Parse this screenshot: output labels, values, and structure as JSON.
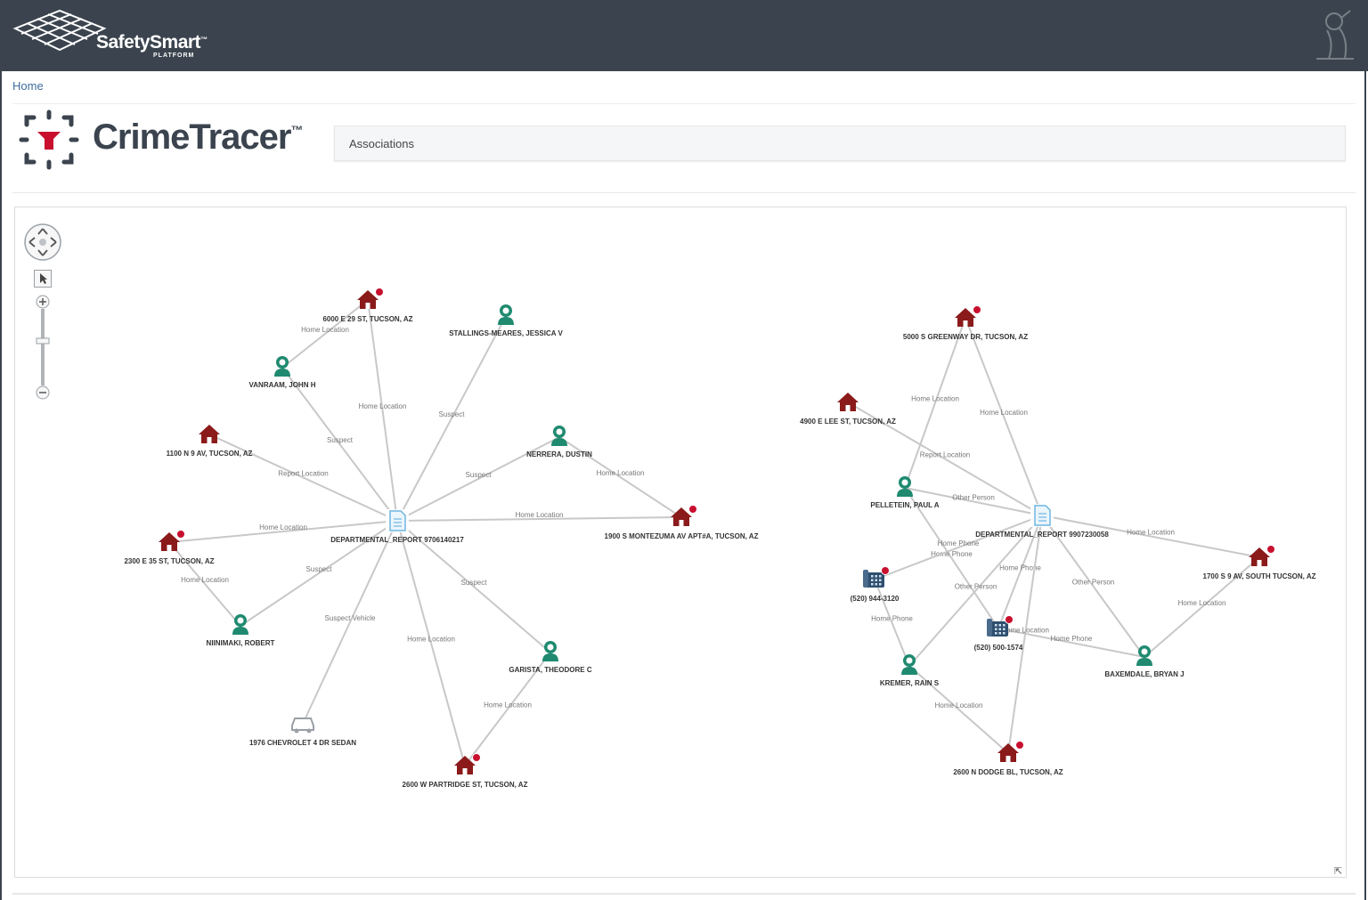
{
  "header": {
    "brand": "SafetySmart",
    "trademark": "™",
    "subbrand": "PLATFORM"
  },
  "breadcrumb": "Home",
  "app": {
    "title": "CrimeTracer",
    "trademark": "™"
  },
  "view": {
    "label": "Associations"
  },
  "colors": {
    "topbar": "#3b444e",
    "location": "#8b1a1a",
    "person": "#1f8a70",
    "report": "#6fb6e0",
    "phone": "#2f4f6f",
    "vehicle": "#9aa0a6",
    "edge": "#c8c8c8"
  },
  "graph": {
    "nodes": [
      {
        "id": "r1",
        "type": "report",
        "label": "DEPARTMENTAL_REPORT 9706140217"
      },
      {
        "id": "l1",
        "type": "location",
        "label": "6000 E 29 ST, TUCSON, AZ",
        "badge": true
      },
      {
        "id": "p1",
        "type": "person",
        "label": "STALLINGS-MEARES, JESSICA V"
      },
      {
        "id": "p2",
        "type": "person",
        "label": "VANRAAM, JOHN H"
      },
      {
        "id": "l2",
        "type": "location",
        "label": "1100 N 9 AV, TUCSON, AZ",
        "badge": false
      },
      {
        "id": "p3",
        "type": "person",
        "label": "NERRERA, DUSTIN"
      },
      {
        "id": "l3",
        "type": "location",
        "label": "1900 S MONTEZUMA AV APT#A, TUCSON, AZ",
        "badge": true
      },
      {
        "id": "l4",
        "type": "location",
        "label": "2300 E 35 ST, TUCSON, AZ",
        "badge": true
      },
      {
        "id": "p4",
        "type": "person",
        "label": "NIINIMAKI, ROBERT"
      },
      {
        "id": "p5",
        "type": "person",
        "label": "GARISTA, THEODORE C"
      },
      {
        "id": "v1",
        "type": "vehicle",
        "label": "1976 CHEVROLET 4 DR SEDAN"
      },
      {
        "id": "l5",
        "type": "location",
        "label": "2600 W PARTRIDGE ST, TUCSON, AZ",
        "badge": true
      },
      {
        "id": "r2",
        "type": "report",
        "label": "DEPARTMENTAL_REPORT 9907230058"
      },
      {
        "id": "l6",
        "type": "location",
        "label": "5000 S GREENWAY DR, TUCSON, AZ",
        "badge": true
      },
      {
        "id": "l7",
        "type": "location",
        "label": "4900 E LEE ST, TUCSON, AZ",
        "badge": false
      },
      {
        "id": "p6",
        "type": "person",
        "label": "PELLETEIN, PAUL A"
      },
      {
        "id": "ph1",
        "type": "phone",
        "label": "(520) 944-3120",
        "badge": true
      },
      {
        "id": "ph2",
        "type": "phone",
        "label": "(520) 500-1574",
        "badge": true
      },
      {
        "id": "l8",
        "type": "location",
        "label": "1700 S 9 AV, SOUTH TUCSON, AZ",
        "badge": true
      },
      {
        "id": "p7",
        "type": "person",
        "label": "KREMER, RAIN S"
      },
      {
        "id": "p8",
        "type": "person",
        "label": "BAXEMDALE, BRYAN J"
      },
      {
        "id": "l9",
        "type": "location",
        "label": "2600 N DODGE BL, TUCSON, AZ",
        "badge": true
      }
    ],
    "edges": [
      {
        "from": "p2",
        "to": "l1",
        "label": "Home Location"
      },
      {
        "from": "r1",
        "to": "l1",
        "label": "Home Location"
      },
      {
        "from": "r1",
        "to": "p1",
        "label": "Suspect"
      },
      {
        "from": "r1",
        "to": "p2",
        "label": "Suspect"
      },
      {
        "from": "r1",
        "to": "l2",
        "label": "Report Location"
      },
      {
        "from": "r1",
        "to": "p3",
        "label": "Suspect"
      },
      {
        "from": "p3",
        "to": "l3",
        "label": "Home Location"
      },
      {
        "from": "r1",
        "to": "l3",
        "label": "Home Location"
      },
      {
        "from": "r1",
        "to": "l4",
        "label": "Home Location"
      },
      {
        "from": "l4",
        "to": "p4",
        "label": "Home Location"
      },
      {
        "from": "r1",
        "to": "p4",
        "label": "Suspect"
      },
      {
        "from": "r1",
        "to": "p5",
        "label": "Suspect"
      },
      {
        "from": "r1",
        "to": "v1",
        "label": "Suspect Vehicle"
      },
      {
        "from": "r1",
        "to": "l5",
        "label": "Home Location"
      },
      {
        "from": "p5",
        "to": "l5",
        "label": "Home Location"
      },
      {
        "from": "l6",
        "to": "p6",
        "label": "Home Location"
      },
      {
        "from": "l6",
        "to": "r2",
        "label": "Home Location"
      },
      {
        "from": "l7",
        "to": "r2",
        "label": "Report Location"
      },
      {
        "from": "p6",
        "to": "r2",
        "label": "Other Person"
      },
      {
        "from": "r2",
        "to": "l8",
        "label": "Home Location"
      },
      {
        "from": "p6",
        "to": "ph2",
        "label": "Home Phone"
      },
      {
        "from": "r2",
        "to": "ph1",
        "label": "Home Phone"
      },
      {
        "from": "r2",
        "to": "ph2",
        "label": "Home Phone"
      },
      {
        "from": "r2",
        "to": "p7",
        "label": "Other Person"
      },
      {
        "from": "r2",
        "to": "p8",
        "label": "Other Person"
      },
      {
        "from": "l8",
        "to": "p8",
        "label": "Home Location"
      },
      {
        "from": "ph2",
        "to": "p8",
        "label": "Home Phone"
      },
      {
        "from": "ph1",
        "to": "p7",
        "label": "Home Phone"
      },
      {
        "from": "p7",
        "to": "l9",
        "label": "Home Location"
      },
      {
        "from": "r2",
        "to": "l9",
        "label": "Home Location"
      }
    ]
  }
}
